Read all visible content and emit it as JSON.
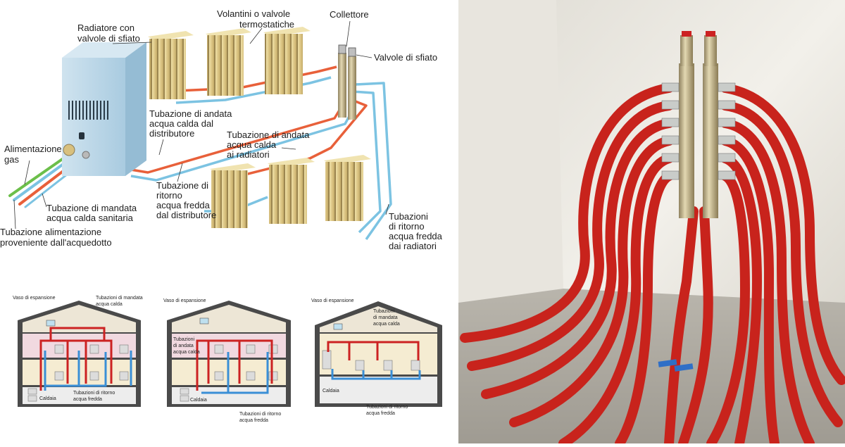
{
  "main_diagram": {
    "labels": {
      "radiator_vents_l1": "Radiatore con",
      "radiator_vents_l2": "valvole di sfiato",
      "valves_l1": "Volantini o valvole",
      "valves_l2": "termostatiche",
      "manifold": "Collettore",
      "bleed_valves": "Valvole di sfiato",
      "supply_from_distributor_l1": "Tubazione di andata",
      "supply_from_distributor_l2": "acqua calda dal",
      "supply_from_distributor_l3": "distributore",
      "supply_to_radiators_l1": "Tubazione di andata",
      "supply_to_radiators_l2": "acqua calda",
      "supply_to_radiators_l3": "ai radiatori",
      "gas_l1": "Alimentazione",
      "gas_l2": "gas",
      "return_to_distributor_l1": "Tubazione di",
      "return_to_distributor_l2": "ritorno",
      "return_to_distributor_l3": "acqua fredda",
      "return_to_distributor_l4": "dal distributore",
      "sanitary_l1": "Tubazione di mandata",
      "sanitary_l2": "acqua calda sanitaria",
      "aqueduct_l1": "Tubazione alimentazione",
      "aqueduct_l2": "proveniente dall'acquedotto",
      "return_from_radiators_l1": "Tubazioni",
      "return_from_radiators_l2": "di ritorno",
      "return_from_radiators_l3": "acqua fredda",
      "return_from_radiators_l4": "dai radiatori"
    }
  },
  "house_diagrams": [
    {
      "expansion": "Vaso di espansione",
      "supply_l1": "Tubazioni di mandata",
      "supply_l2": "acqua calda",
      "return_l1": "Tubazioni di ritorno",
      "return_l2": "acqua fredda",
      "boiler": "Caldaia"
    },
    {
      "expansion": "Vaso di espansione",
      "supply_l1": "Tubazioni",
      "supply_l2": "di andata",
      "supply_l3": "acqua calda",
      "return_l1": "Tubazioni di ritorno",
      "return_l2": "acqua fredda",
      "boiler": "Caldaia"
    },
    {
      "expansion": "Vaso di espansione",
      "supply_l1": "Tubazioni",
      "supply_l2": "di mandata",
      "supply_l3": "acqua calda",
      "return_l1": "Tubazioni di ritorno",
      "return_l2": "acqua fredda",
      "boiler": "Caldaia"
    }
  ],
  "colors": {
    "hot_pipe": "#e8603a",
    "cold_pipe": "#7cc3e2",
    "gas_pipe": "#6cbf4a",
    "radiator": "#d9c48a",
    "boiler": "#b7d5e6",
    "insulated_pipe": "#c8231c"
  }
}
